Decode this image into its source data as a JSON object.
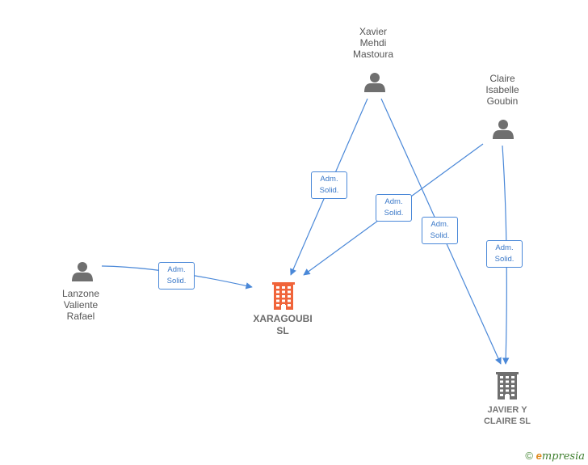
{
  "colors": {
    "edge": "#4a88d8",
    "person_icon": "#6f6f6f",
    "main_company_icon": "#f0643a",
    "company_icon": "#6f6f6f"
  },
  "persons": [
    {
      "id": "xavier",
      "lines": [
        "Xavier",
        "Mehdi",
        "Mastoura"
      ],
      "icon": "person-icon"
    },
    {
      "id": "claire",
      "lines": [
        "Claire",
        "Isabelle",
        "Goubin"
      ],
      "icon": "person-icon"
    },
    {
      "id": "lanzone",
      "lines": [
        "Lanzone",
        "Valiente",
        "Rafael"
      ],
      "icon": "person-icon"
    }
  ],
  "companies": [
    {
      "id": "xaragoubi",
      "lines": [
        "XARAGOUBI",
        "SL"
      ],
      "icon": "building-icon",
      "main": true
    },
    {
      "id": "javier",
      "lines": [
        "JAVIER Y",
        "CLAIRE  SL"
      ],
      "icon": "building-icon",
      "main": false
    }
  ],
  "edges": [
    {
      "from": "lanzone",
      "to": "xaragoubi",
      "label": [
        "Adm.",
        "Solid."
      ]
    },
    {
      "from": "xavier",
      "to": "xaragoubi",
      "label": [
        "Adm.",
        "Solid."
      ]
    },
    {
      "from": "claire",
      "to": "xaragoubi",
      "label": [
        "Adm.",
        "Solid."
      ]
    },
    {
      "from": "xavier",
      "to": "javier",
      "label": [
        "Adm.",
        "Solid."
      ]
    },
    {
      "from": "claire",
      "to": "javier",
      "label": [
        "Adm.",
        "Solid."
      ]
    }
  ],
  "footer": {
    "copyright": "©",
    "brand_initial": "e",
    "brand_rest": "mpresia"
  }
}
